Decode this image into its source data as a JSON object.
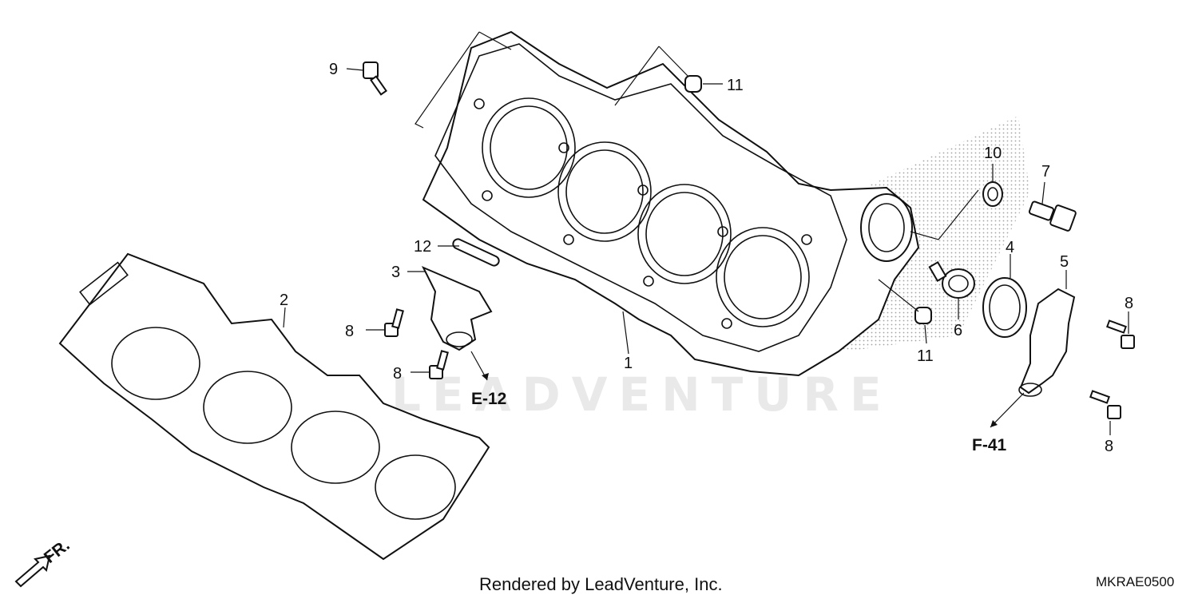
{
  "diagram": {
    "watermark": "LEADVENTURE",
    "footer_text": "Rendered by LeadVenture, Inc.",
    "diagram_code": "MKRAE0500",
    "direction_label": "FR.",
    "callouts": {
      "c1": "1",
      "c2": "2",
      "c3": "3",
      "c4": "4",
      "c5": "5",
      "c6": "6",
      "c7": "7",
      "c8a": "8",
      "c8b": "8",
      "c8c": "8",
      "c8d": "8",
      "c9": "9",
      "c10": "10",
      "c11a": "11",
      "c11b": "11",
      "c12": "12"
    },
    "references": {
      "e12": "E-12",
      "f41": "F-41"
    }
  },
  "colors": {
    "line": "#111111",
    "background": "#ffffff",
    "watermark": "#e9e9e9"
  }
}
